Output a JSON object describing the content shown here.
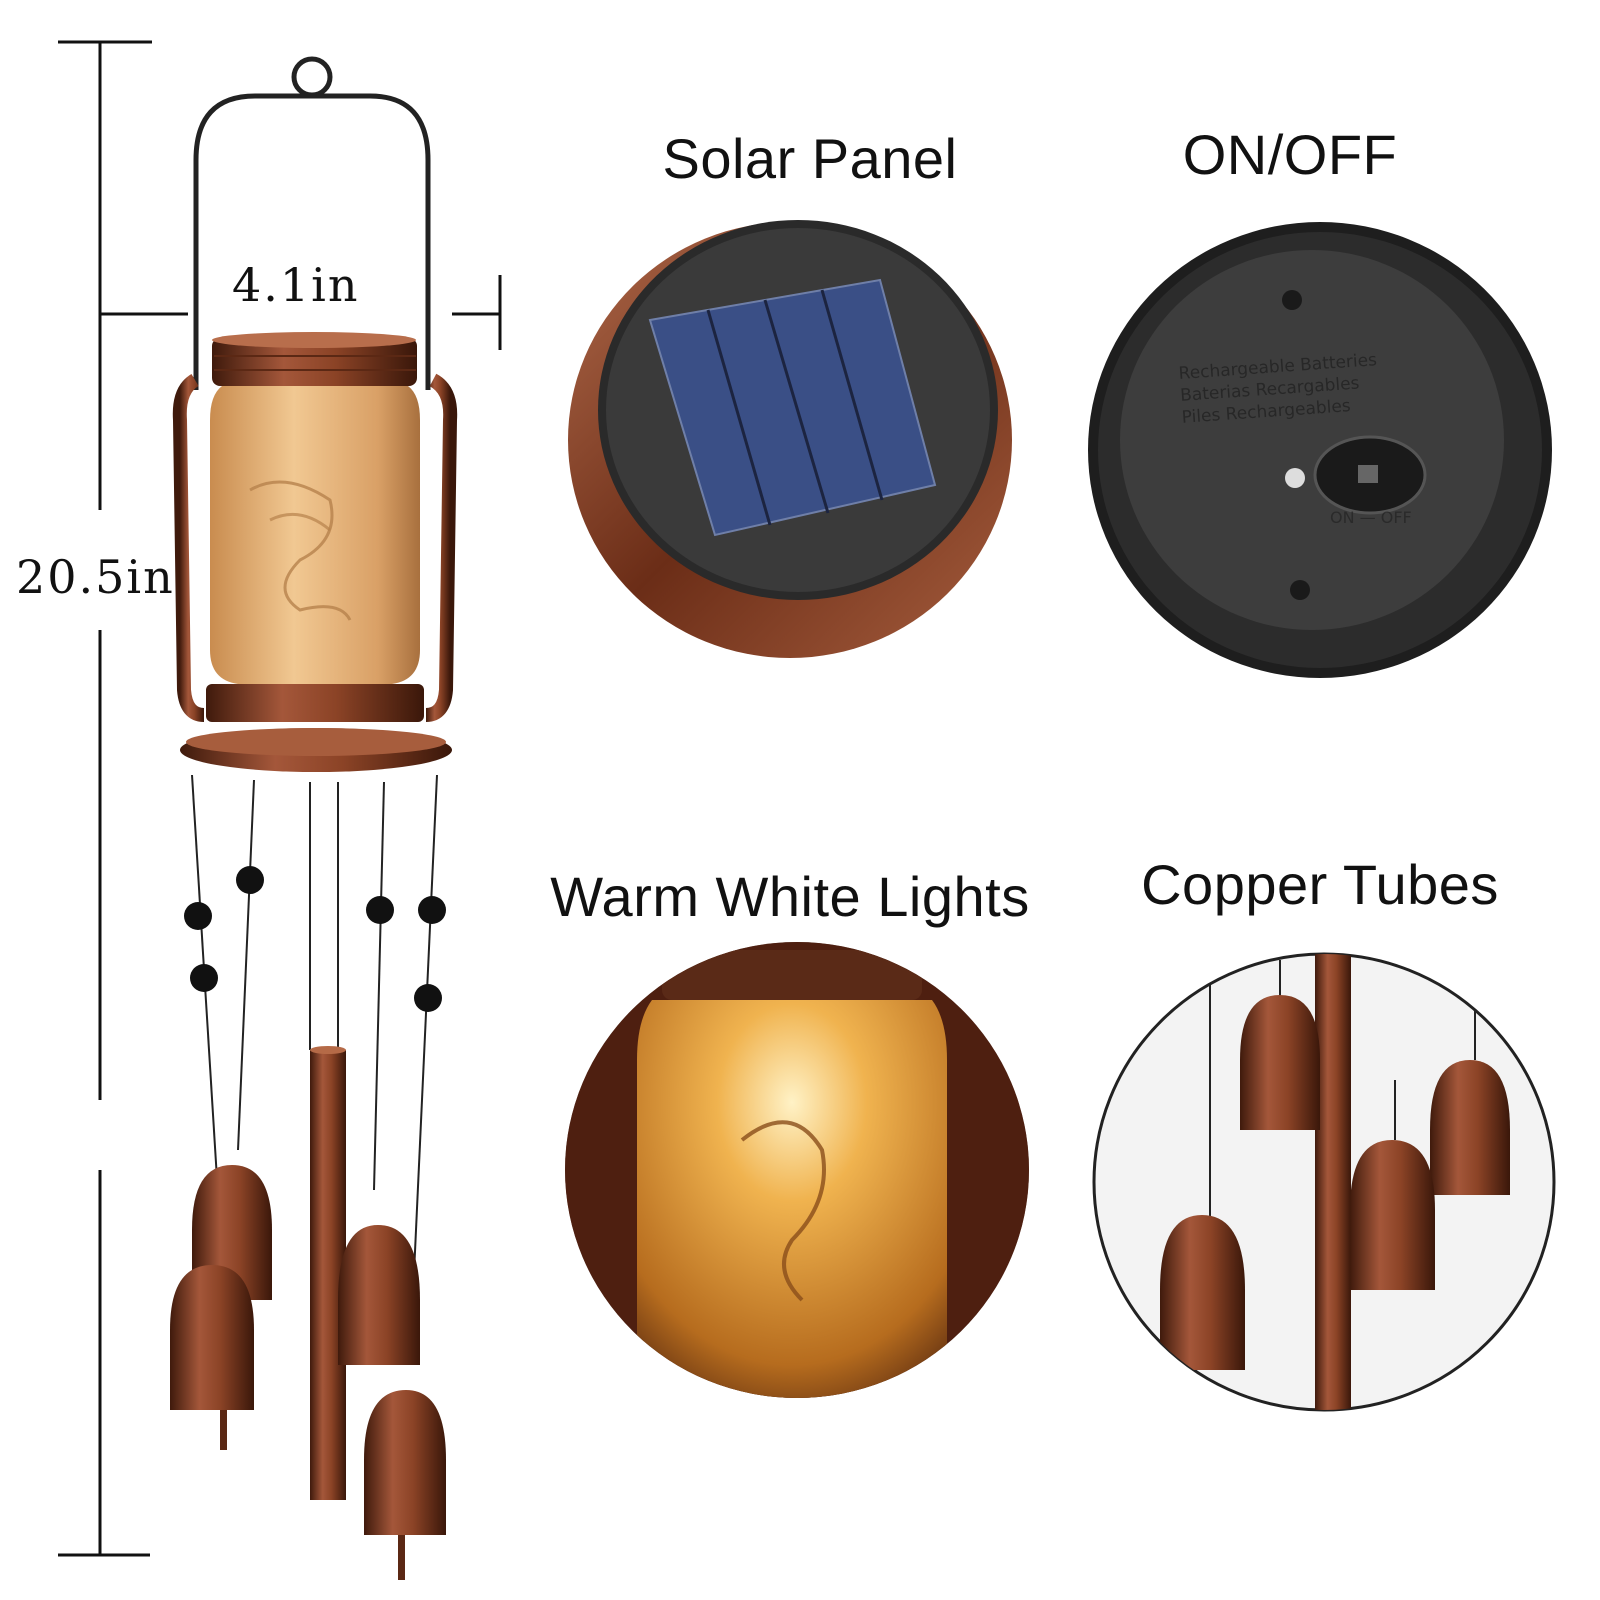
{
  "dimensions": {
    "height_label": "20.5in",
    "width_label": "4.1in"
  },
  "panels": [
    {
      "heading": "Solar Panel"
    },
    {
      "heading": "ON/OFF"
    },
    {
      "heading": "Warm White Lights"
    },
    {
      "heading": "Copper Tubes"
    }
  ],
  "switch_base_text": {
    "line1": "Rechargeable Batteries",
    "line2": "Baterias Recargables",
    "line3": "Piles Rechargeables",
    "on_off": "ON — OFF"
  },
  "colors": {
    "copper": "#8a4326",
    "copper_dark": "#4a1f10",
    "amber_glass": "#e2a55a",
    "solar_blue": "#3a4f86"
  }
}
